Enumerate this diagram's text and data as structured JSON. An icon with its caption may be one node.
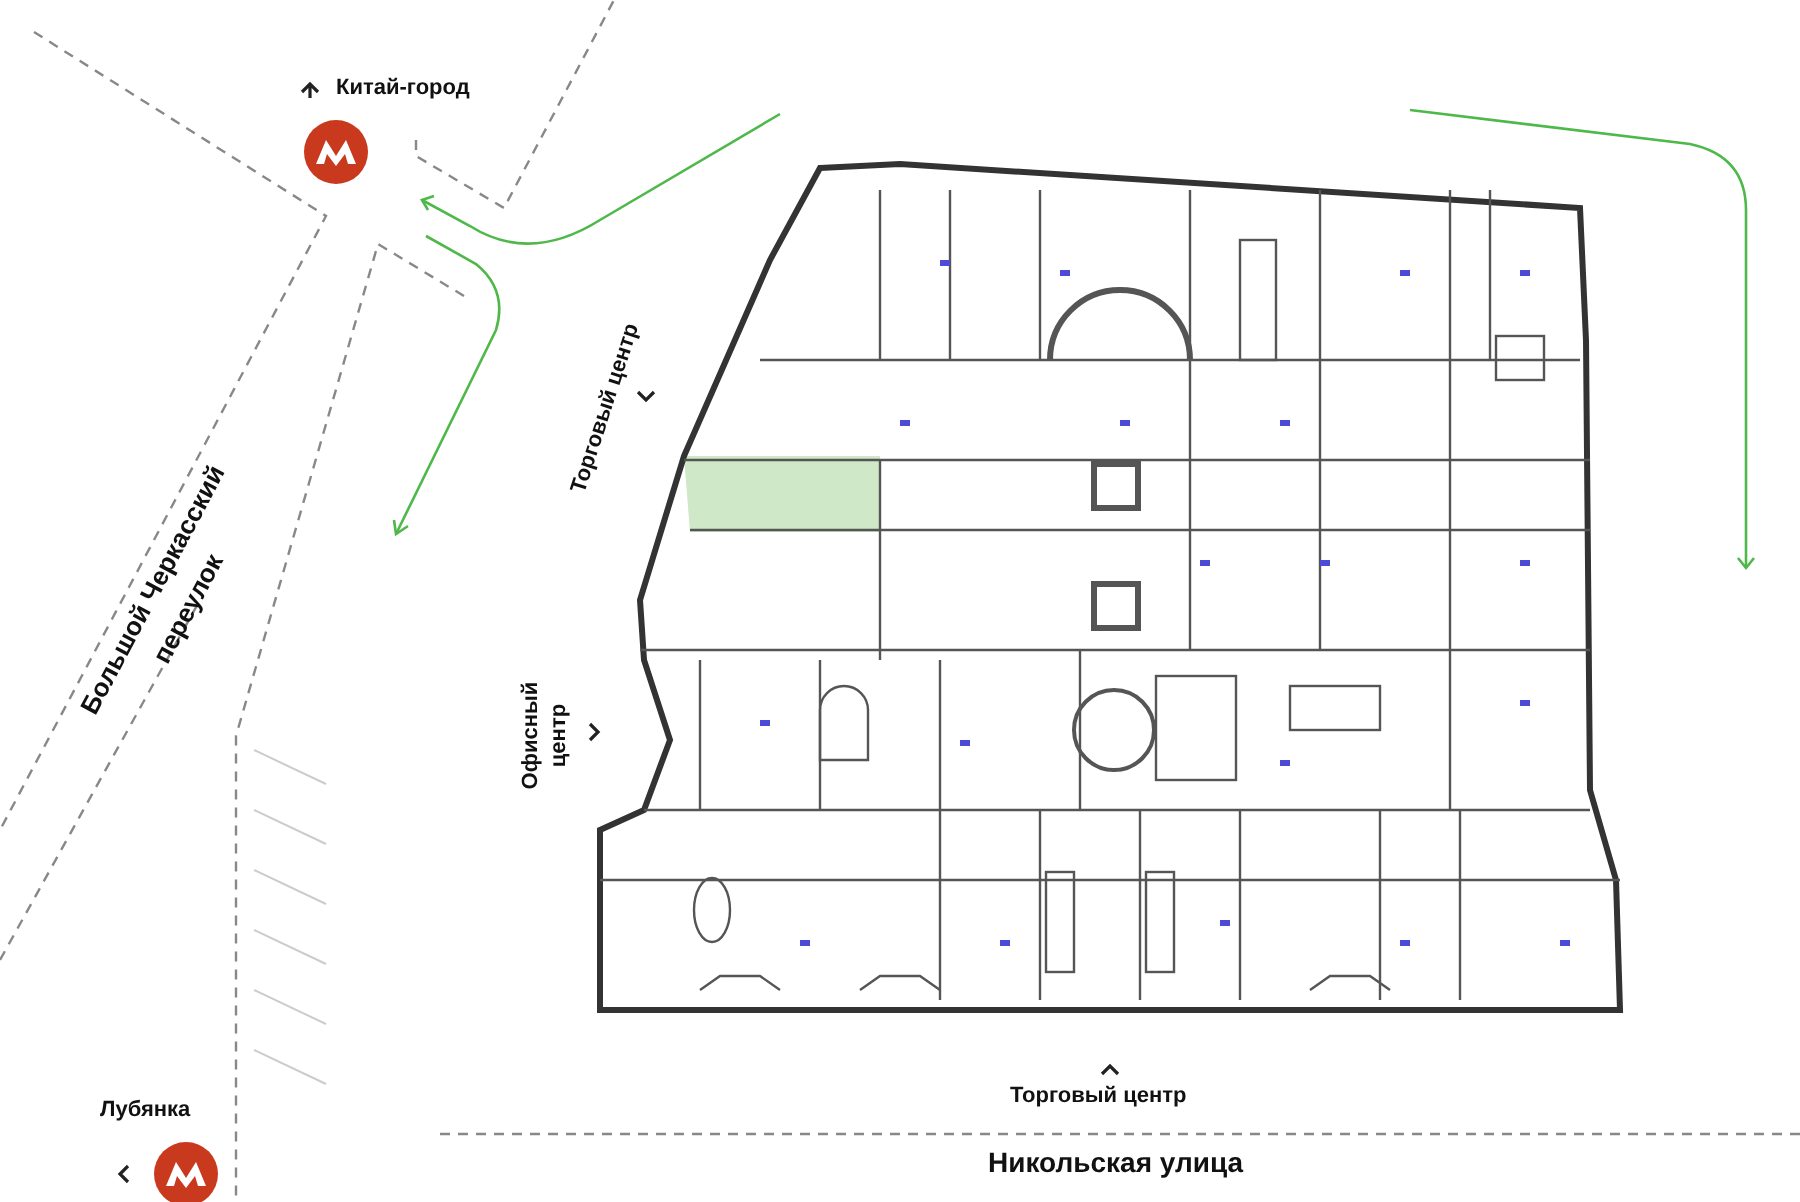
{
  "diagram": {
    "labels": [
      "Китай-город",
      "Торговый центр",
      "Большой Черкасский переулок",
      "Офисный центр",
      "Лубянка",
      "Торговый центр",
      "Никольская улица"
    ]
  }
}
